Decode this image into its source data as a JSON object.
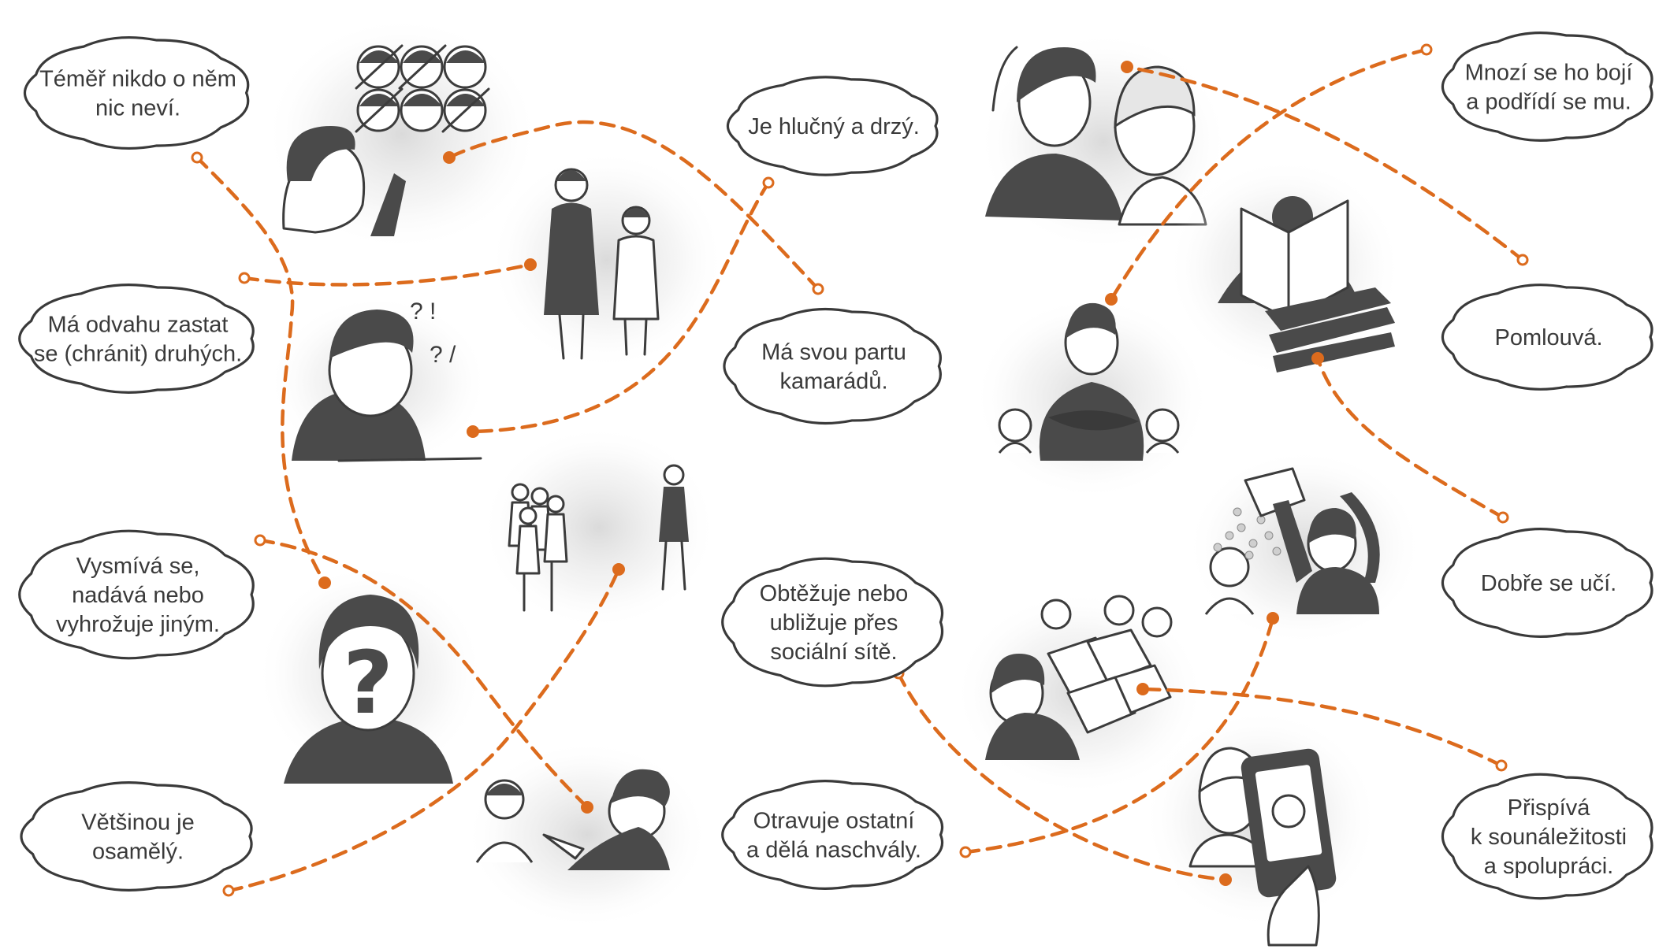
{
  "bubbles": [
    {
      "id": "b1",
      "lines": [
        "Téměř nikdo o něm",
        "nic neví."
      ]
    },
    {
      "id": "b2",
      "lines": [
        "Má odvahu zastat",
        "se (chránit) druhých."
      ]
    },
    {
      "id": "b3",
      "lines": [
        "Vysmívá se,",
        "nadává nebo",
        "vyhrožuje jiným."
      ]
    },
    {
      "id": "b4",
      "lines": [
        "Většinou je",
        "osamělý."
      ]
    },
    {
      "id": "b5",
      "lines": [
        "Je hlučný a drzý."
      ]
    },
    {
      "id": "b6",
      "lines": [
        "Má svou partu",
        "kamarádů."
      ]
    },
    {
      "id": "b7",
      "lines": [
        "Obtěžuje nebo",
        "ubližuje přes",
        "sociální sítě."
      ]
    },
    {
      "id": "b8",
      "lines": [
        "Otravuje ostatní",
        "a dělá naschvály."
      ]
    },
    {
      "id": "b9",
      "lines": [
        "Mnozí se ho bojí",
        "a podřídí se mu."
      ]
    },
    {
      "id": "b10",
      "lines": [
        "Pomlouvá."
      ]
    },
    {
      "id": "b11",
      "lines": [
        "Dobře se učí."
      ]
    },
    {
      "id": "b12",
      "lines": [
        "Přispívá",
        "k sounáležitosti",
        "a spolupráci."
      ]
    }
  ],
  "illustrations": [
    {
      "id": "i1",
      "name": "crossed-out-faces-illustration"
    },
    {
      "id": "i2",
      "name": "boy-protecting-friend-illustration"
    },
    {
      "id": "i3",
      "name": "confused-boy-illustration"
    },
    {
      "id": "i4",
      "name": "lonely-boy-apart-from-group-illustration"
    },
    {
      "id": "i5",
      "name": "question-mark-face-illustration"
    },
    {
      "id": "i6",
      "name": "boy-pointing-laughing-illustration"
    },
    {
      "id": "i7",
      "name": "girls-whispering-illustration"
    },
    {
      "id": "i8",
      "name": "boy-reading-books-illustration"
    },
    {
      "id": "i9",
      "name": "boy-with-crossed-arms-illustration"
    },
    {
      "id": "i10",
      "name": "pouring-on-head-illustration"
    },
    {
      "id": "i11",
      "name": "puzzle-teamwork-illustration"
    },
    {
      "id": "i12",
      "name": "phone-photo-illustration"
    }
  ],
  "colors": {
    "link": "#dc6b1d",
    "ink": "#4a4a4a",
    "bubble_stroke": "#3a3a3a"
  }
}
